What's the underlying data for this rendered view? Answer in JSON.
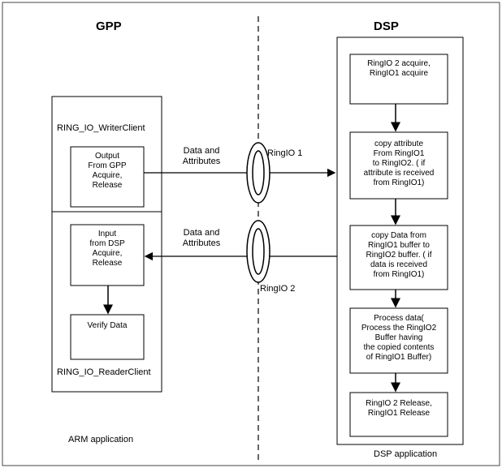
{
  "headers": {
    "gpp": "GPP",
    "dsp": "DSP"
  },
  "gpp": {
    "writer_client": "RING_IO_WriterClient",
    "reader_client": "RING_IO_ReaderClient",
    "output_box": "Output\nFrom GPP\nAcquire,\nRelease",
    "input_box": "Input\nfrom DSP\nAcquire,\nRelease",
    "verify_box": "Verify Data",
    "footer": "ARM application"
  },
  "middle": {
    "data_attr_top": "Data and\nAttributes",
    "data_attr_bottom": "Data and\nAttributes",
    "ringio1": "RingIO 1",
    "ringio2": "RingIO 2"
  },
  "dsp": {
    "step1": "RingIO 2 acquire,\nRingIO1 acquire",
    "step2": "copy attribute\nFrom  RingIO1\nto RingIO2. ( if\nattribute is  received\nfrom RingIO1)",
    "step3": "copy Data from\nRingIO1 buffer  to\nRingIO2 buffer. ( if\ndata  is received\nfrom RingIO1)",
    "step4": "Process data(\nProcess the RingIO2\nBuffer having\nthe copied contents\nof RingIO1 Buffer)",
    "step5": "RingIO 2 Release,\nRingIO1 Release",
    "footer": "DSP application"
  }
}
